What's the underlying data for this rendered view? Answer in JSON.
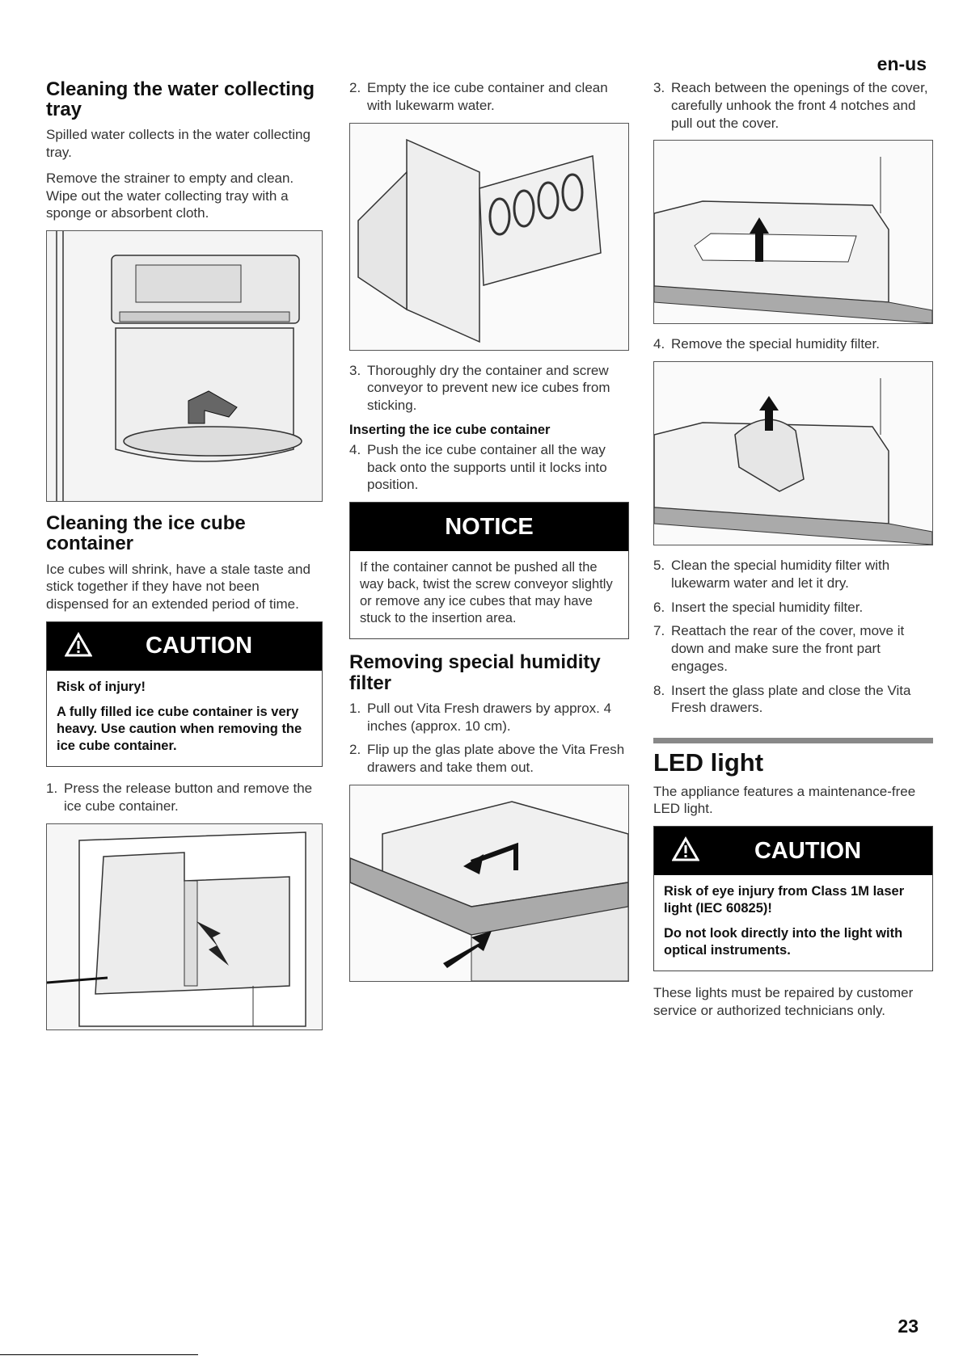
{
  "header": {
    "lang": "en-us"
  },
  "col1": {
    "h_tray": "Cleaning the water collecting tray",
    "p_tray1": "Spilled water collects in the water collecting tray.",
    "p_tray2": "Remove the strainer to empty and clean. Wipe out the water collecting tray with a sponge or absorbent cloth.",
    "h_ice": "Cleaning the ice cube container",
    "p_ice": "Ice cubes will shrink, have a stale taste and stick together if they have not been dispensed for an extended period of time.",
    "caution": {
      "title": "CAUTION",
      "line1": "Risk of injury!",
      "line2": "A fully filled ice cube container is very heavy. Use caution when removing the ice cube container."
    },
    "steps": [
      {
        "n": "1.",
        "text": "Press the release button and remove the ice cube container."
      }
    ]
  },
  "col2": {
    "steps_a": [
      {
        "n": "2.",
        "text": "Empty the ice cube container and clean with lukewarm water."
      }
    ],
    "steps_b": [
      {
        "n": "3.",
        "text": "Thoroughly dry the container and screw conveyor to prevent new ice cubes from sticking."
      }
    ],
    "h_insert": "Inserting the ice cube container",
    "steps_c": [
      {
        "n": "4.",
        "text": "Push the ice cube container all the way back onto the supports until it locks into position."
      }
    ],
    "notice": {
      "title": "NOTICE",
      "text": "If the container cannot be pushed all the way back, twist the screw conveyor slightly or remove any ice cubes that may have stuck to the insertion area."
    },
    "h_filter": "Removing special humidity filter",
    "steps_d": [
      {
        "n": "1.",
        "text": "Pull out Vita Fresh drawers by approx. 4 inches (approx. 10 cm)."
      },
      {
        "n": "2.",
        "text": "Flip up the glas plate above the Vita Fresh drawers and take them out."
      }
    ]
  },
  "col3": {
    "steps_a": [
      {
        "n": "3.",
        "text": "Reach between the openings of the cover, carefully unhook the front 4 notches and pull out the cover."
      }
    ],
    "steps_b": [
      {
        "n": "4.",
        "text": "Remove the special humidity filter."
      }
    ],
    "steps_c": [
      {
        "n": "5.",
        "text": "Clean the special humidity filter with lukewarm water and let it dry."
      },
      {
        "n": "6.",
        "text": "Insert the special humidity filter."
      },
      {
        "n": "7.",
        "text": "Reattach the rear of the cover, move it down and make sure the front part engages."
      },
      {
        "n": "8.",
        "text": "Insert the glass plate and close the Vita Fresh drawers."
      }
    ],
    "h_led": "LED light",
    "p_led": "The appliance features a maintenance-free LED light.",
    "caution": {
      "title": "CAUTION",
      "line1": "Risk of eye injury from Class 1M laser light (IEC 60825)!",
      "line2": "Do not look directly into the light with optical instruments."
    },
    "p_repair": "These lights must be repaired by customer service or authorized technicians only."
  },
  "footer": {
    "page": "23"
  }
}
